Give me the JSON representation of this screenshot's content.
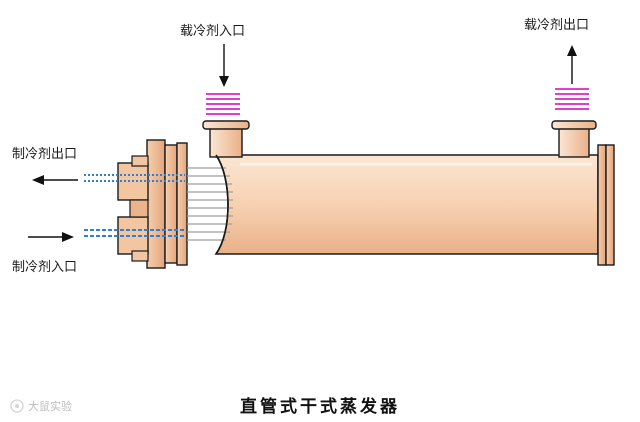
{
  "title": "直管式干式蒸发器",
  "labels": {
    "secondary_in": "载冷剂入口",
    "secondary_out": "载冷剂出口",
    "refrigerant_out": "制冷剂出口",
    "refrigerant_in": "制冷剂入口"
  },
  "watermark": "大鼠实验",
  "colors": {
    "shell_light": "#fbe3cf",
    "shell_mid": "#f4c29c",
    "shell_dark": "#e3a57c",
    "outline": "#1a1a1a",
    "coil_magenta": "#e040c8",
    "refrigerant_blue": "#2f7fd8",
    "tube_grey": "#b9b9b9"
  },
  "icons": {
    "arrow_down": "arrow-down-icon",
    "arrow_up": "arrow-up-icon",
    "arrow_left": "arrow-left-icon",
    "arrow_right": "arrow-right-icon",
    "watermark_logo": "watermark-logo-icon"
  }
}
